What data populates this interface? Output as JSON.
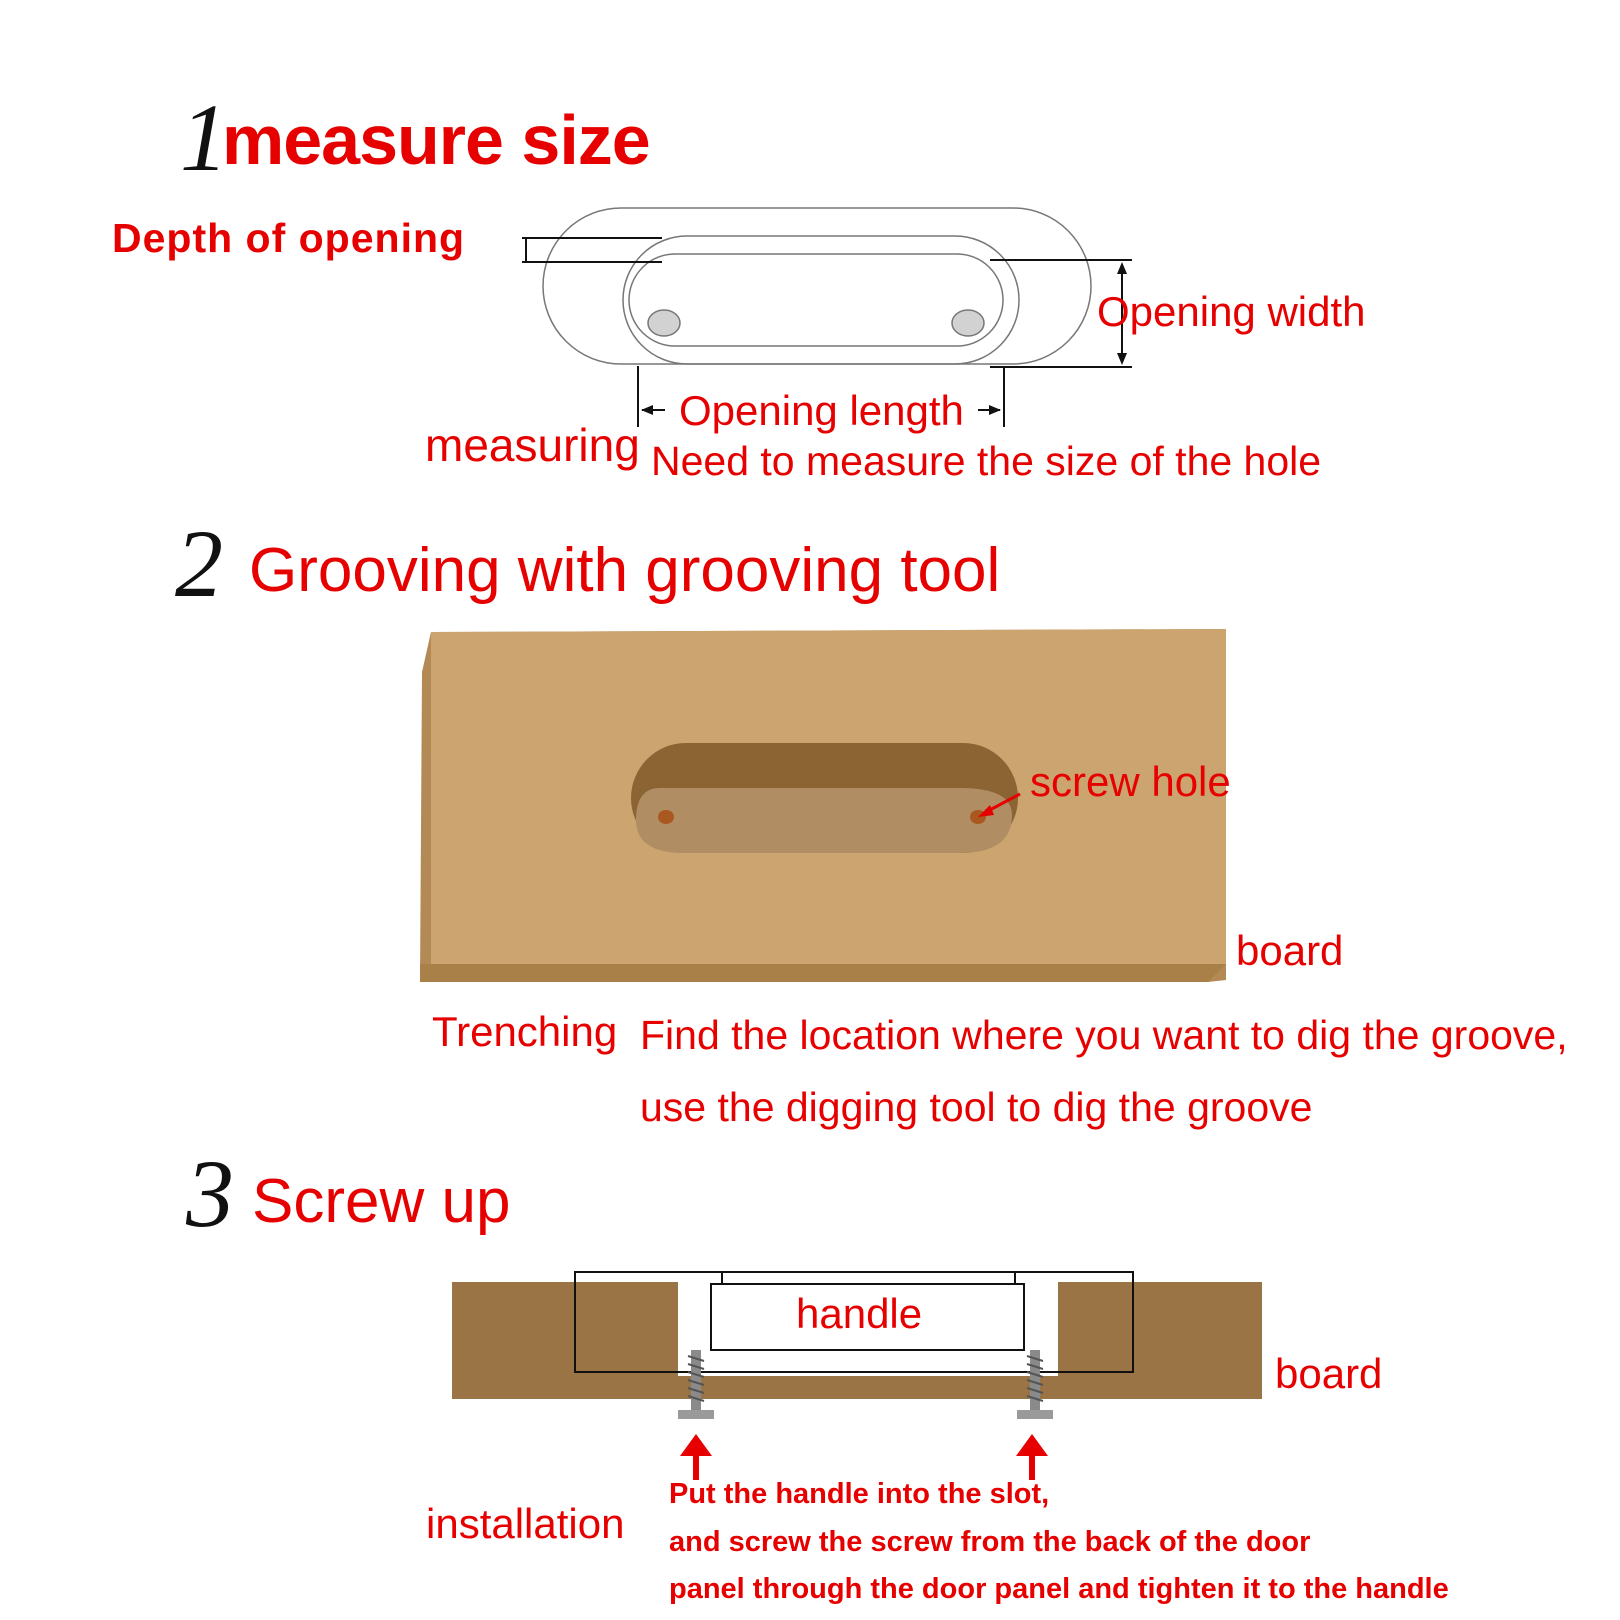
{
  "step1": {
    "number": "1",
    "title": "measure size",
    "depth_label": "Depth of opening",
    "width_label": "Opening width",
    "length_label": "Opening length",
    "caption_label": "measuring",
    "caption_text": "Need to measure the size of the hole"
  },
  "step2": {
    "number": "2",
    "title": "Grooving with grooving tool",
    "screw_hole_label": "screw hole",
    "board_label": "board",
    "caption_label": "Trenching",
    "caption_line1": "Find the location where you want to dig the groove,",
    "caption_line2": "use the digging tool to dig the groove"
  },
  "step3": {
    "number": "3",
    "title": "Screw up",
    "handle_label": "handle",
    "board_label": "board",
    "caption_label": "installation",
    "caption_line1": "Put the handle into the slot,",
    "caption_line2": "and screw the screw from the back of the door",
    "caption_line3": "panel through the door panel and tighten it to the handle"
  },
  "colors": {
    "text_red": "#e60000",
    "board_top": "#cba46f",
    "board_edge": "#b38a55",
    "board_dark": "#9a7444",
    "groove_shadow": "#8c6433",
    "groove_floor": "#b08d62"
  }
}
